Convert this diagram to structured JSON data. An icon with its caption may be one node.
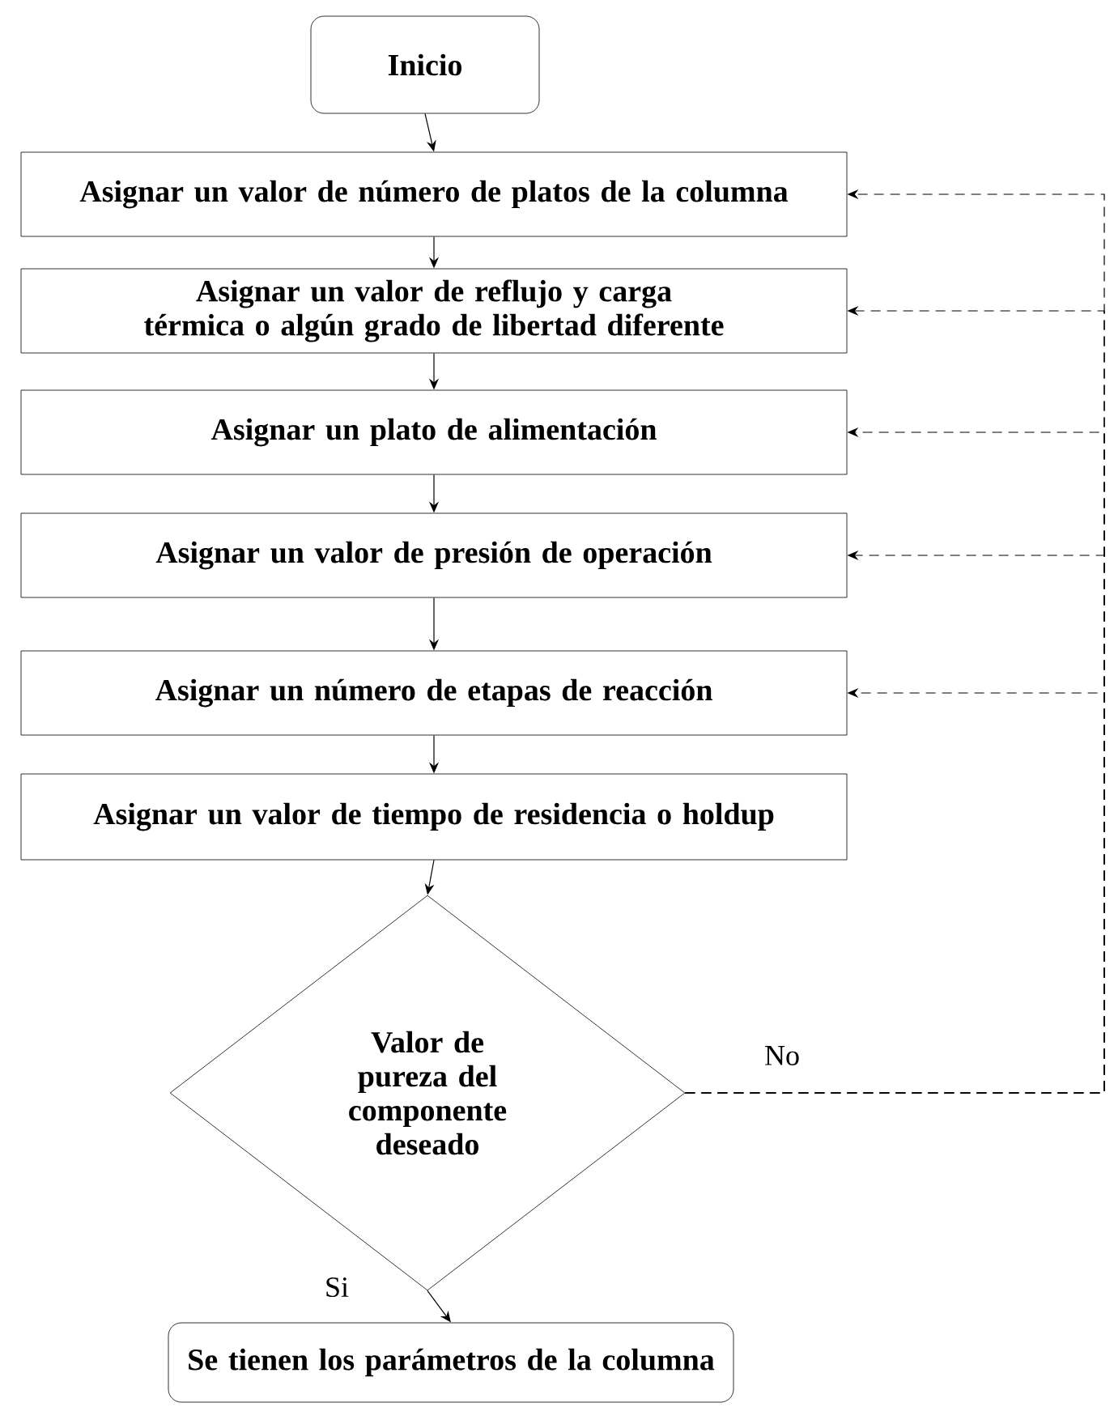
{
  "diagram": {
    "nodes": [
      {
        "text": [
          "Inicio"
        ]
      },
      {
        "text": [
          "Asignar un valor de número de platos de la columna"
        ]
      },
      {
        "text": [
          "Asignar un valor de reflujo y carga térmica o algún grado de libertad diferente"
        ]
      },
      {
        "text": [
          "Asignar un plato de alimentación"
        ]
      },
      {
        "text": [
          "Asignar un valor de presión de operación"
        ]
      },
      {
        "text": [
          "Asignar un número de etapas de reacción"
        ]
      },
      {
        "text": [
          "Asignar un valor de tiempo de residencia o holdup"
        ]
      },
      {
        "text": [
          "Valor de pureza del componente deseado"
        ]
      },
      {
        "text": [
          "Se tienen los parámetros de la columna"
        ]
      }
    ],
    "edges": [
      {
        "from": 0,
        "to": 1,
        "arrow": "to"
      },
      {
        "from": 1,
        "to": 2,
        "arrow": "to"
      },
      {
        "from": 2,
        "to": 3,
        "arrow": "to"
      },
      {
        "from": 3,
        "to": 4,
        "arrow": "to"
      },
      {
        "from": 4,
        "to": 5,
        "arrow": "to"
      },
      {
        "from": 5,
        "to": 6,
        "arrow": "to"
      },
      {
        "from": 6,
        "to": 7,
        "arrow": "to"
      },
      {
        "from": 7,
        "to": 8,
        "arrow": "to",
        "label": "Si"
      },
      {
        "from": 7,
        "to": 1,
        "arrow": "to",
        "style": "dashed",
        "label": "No"
      },
      {
        "from": 7,
        "to": 2,
        "arrow": "to",
        "style": "dashed"
      },
      {
        "from": 7,
        "to": 3,
        "arrow": "to",
        "style": "dashed"
      },
      {
        "from": 7,
        "to": 4,
        "arrow": "to",
        "style": "dashed"
      },
      {
        "from": 7,
        "to": 5,
        "arrow": "to",
        "style": "dashed"
      }
    ]
  }
}
